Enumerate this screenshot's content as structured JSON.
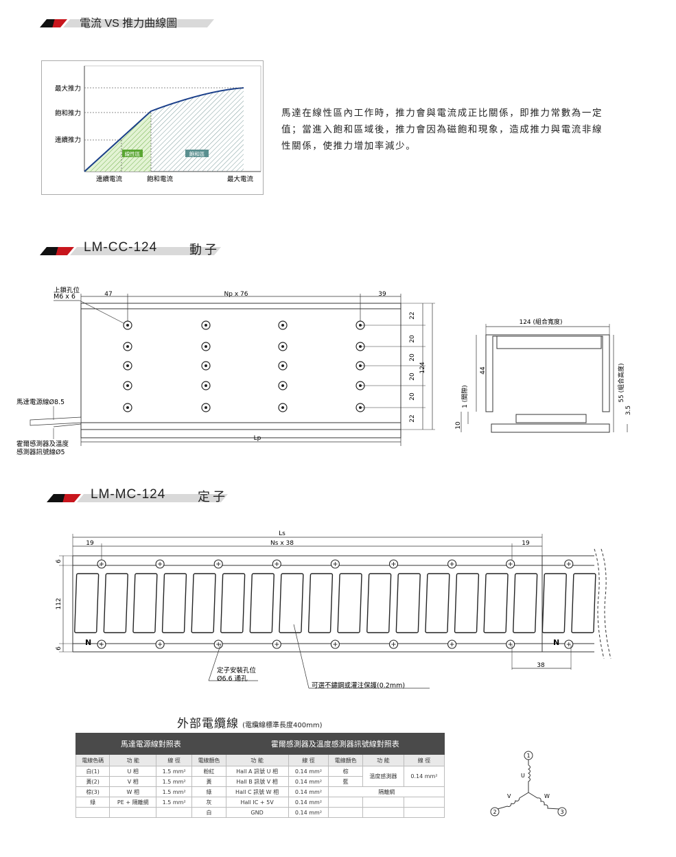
{
  "sections": {
    "curve_title": "電流 VS 推力曲線圖",
    "mover_model": "LM-CC-124",
    "mover_label": "動子",
    "stator_model": "LM-MC-124",
    "stator_label": "定子"
  },
  "chart": {
    "y_labels": [
      "最大推力",
      "飽和推力",
      "連續推力"
    ],
    "x_labels": [
      "連續電流",
      "飽和電流",
      "最大電流"
    ],
    "region_linear": "線性區",
    "region_saturated": "飽和區"
  },
  "chart_data": {
    "type": "area",
    "title": "電流 VS 推力曲線圖",
    "x": [
      "連續電流",
      "飽和電流",
      "最大電流"
    ],
    "y": [
      "連續推力",
      "飽和推力",
      "最大推力"
    ],
    "regions": [
      "線性區",
      "飽和區"
    ]
  },
  "description": "馬達在線性區內工作時，推力會與電流成正比關係，即推力常數為一定值；當進入飽和區域後，推力會因為磁飽和現象，造成推力與電流非線性關係，使推力增加率減少。",
  "mover": {
    "hole_label_1": "上鎖孔位",
    "hole_label_2": "M6 x 6",
    "dim_left": "47",
    "dim_np": "Np x 76",
    "dim_right": "39",
    "dim_lp": "Lp",
    "side_dims": [
      "22",
      "20",
      "20",
      "20",
      "20",
      "22"
    ],
    "dim_total": "124",
    "power_cable": "馬達電源線Ø8.5",
    "sensor_cable_1": "霍爾感測器及溫度",
    "sensor_cable_2": "感測器訊號線Ø5",
    "end_width": "124 (組合寬度)",
    "end_44": "44",
    "end_gap": "1 (間隙)",
    "end_10": "10",
    "end_height": "55 (組合高度)",
    "end_35": "3.5"
  },
  "stator": {
    "dim_ls": "Ls",
    "dim_ns": "Ns x 38",
    "dim_19_left": "19",
    "dim_19_right": "19",
    "dim_6_top": "6",
    "dim_112": "112",
    "dim_6_bottom": "6",
    "pole_n": "N",
    "dim_38": "38",
    "mount_label_1": "定子安裝孔位",
    "mount_label_2": "Ø6.6 通孔",
    "cover_label": "可選不鏽鋼或灌注保護(0.2mm)"
  },
  "cable": {
    "title": "外部電纜線",
    "subtitle": "(電纜線標準長度400mm)",
    "group_left": "馬達電源線對照表",
    "group_right": "霍爾感測器及溫度感測器訊號線對照表",
    "headers": [
      "電線色碼",
      "功 能",
      "線 徑",
      "電線顏色",
      "功 能",
      "線 徑",
      "電線顏色",
      "功 能",
      "線 徑"
    ],
    "power_rows": [
      [
        "白(1)",
        "U 相",
        "1.5 mm²"
      ],
      [
        "黃(2)",
        "V 相",
        "1.5 mm²"
      ],
      [
        "棕(3)",
        "W 相",
        "1.5 mm²"
      ],
      [
        "綠",
        "PE + 隔離網",
        "1.5 mm²"
      ],
      [
        "",
        "",
        ""
      ]
    ],
    "hall_rows": [
      [
        "粉紅",
        "Hall A 訊號 U 相",
        "0.14 mm²"
      ],
      [
        "黃",
        "Hall B 訊號 V 相",
        "0.14 mm²"
      ],
      [
        "綠",
        "Hall C 訊號 W 相",
        "0.14 mm²"
      ],
      [
        "灰",
        "Hall IC + 5V",
        "0.14 mm²"
      ],
      [
        "白",
        "GND",
        "0.14 mm²"
      ]
    ],
    "temp_colors": [
      "棕",
      "藍"
    ],
    "temp_function": "溫度感測器",
    "temp_gauge": "0.14 mm²",
    "shield": "隔離網"
  },
  "wiring": {
    "node_1": "1",
    "node_2": "2",
    "node_3": "3",
    "phase_u": "U",
    "phase_v": "V",
    "phase_w": "W"
  }
}
